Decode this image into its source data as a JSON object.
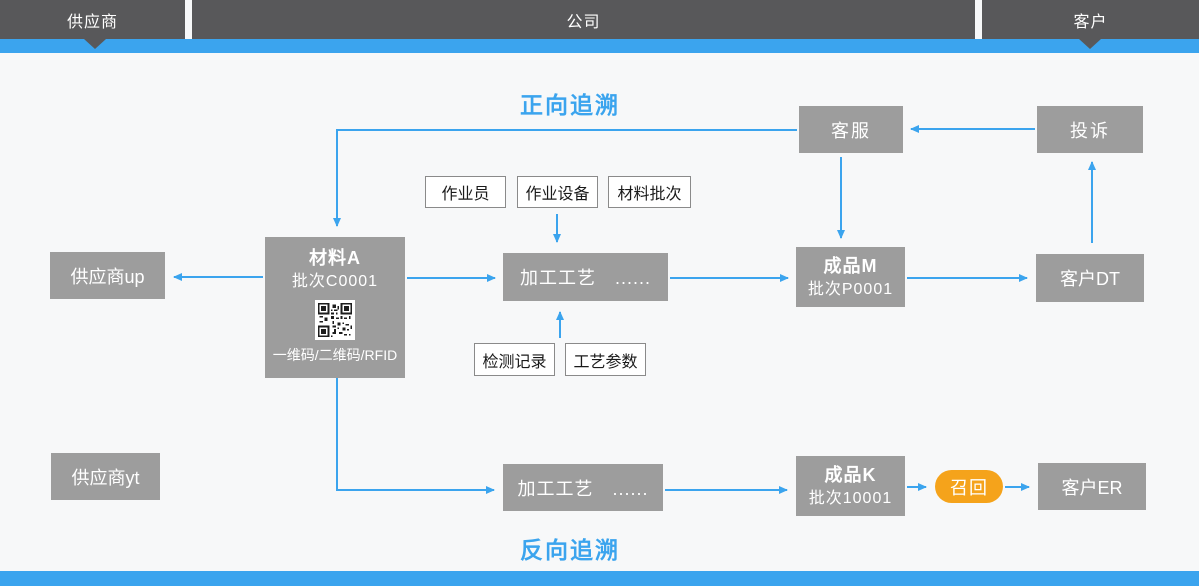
{
  "header": {
    "lanes": [
      {
        "id": "supplier",
        "label": "供应商"
      },
      {
        "id": "company",
        "label": "公司"
      },
      {
        "id": "customer",
        "label": "客户"
      }
    ]
  },
  "titles": {
    "forward": "正向追溯",
    "backward": "反向追溯"
  },
  "nodes": {
    "customer_service": {
      "label": "客服"
    },
    "complaint": {
      "label": "投诉"
    },
    "operator": {
      "label": "作业员"
    },
    "equipment": {
      "label": "作业设备"
    },
    "material_batch": {
      "label": "材料批次"
    },
    "material_a": {
      "title": "材料A",
      "batch": "批次C0001",
      "code_caption": "一维码/二维码/RFID"
    },
    "supplier_up": {
      "label": "供应商up"
    },
    "process_top": {
      "label": "加工工艺　......"
    },
    "inspection_record": {
      "label": "检测记录"
    },
    "process_params": {
      "label": "工艺参数"
    },
    "product_m": {
      "title": "成品M",
      "batch": "批次P0001"
    },
    "customer_dt": {
      "label": "客户DT"
    },
    "supplier_yt": {
      "label": "供应商yt"
    },
    "process_bottom": {
      "label": "加工工艺　......"
    },
    "product_k": {
      "title": "成品K",
      "batch": "批次10001"
    },
    "recall": {
      "label": "召回"
    },
    "customer_er": {
      "label": "客户ER"
    }
  },
  "colors": {
    "accent_blue": "#3ba4ee",
    "header_dark": "#58585a",
    "node_gray": "#9d9d9d",
    "recall_orange": "#f5a31b",
    "background": "#f7f8f9"
  }
}
